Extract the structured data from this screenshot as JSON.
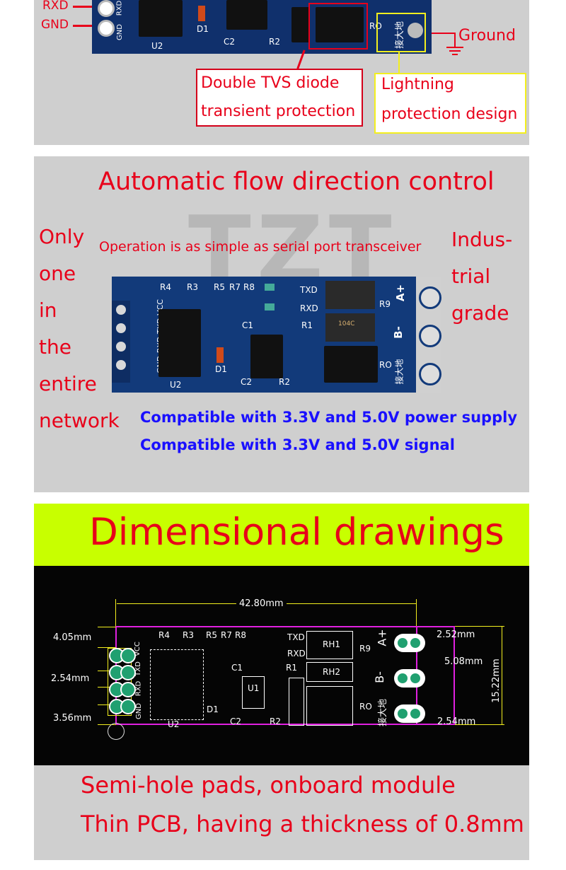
{
  "panel1": {
    "pin_rxd": "RXD",
    "pin_gnd": "GND",
    "silk_gnd": "GND",
    "silk_rxd": "RXD",
    "silk_u2": "U2",
    "silk_d1": "D1",
    "silk_c2": "C2",
    "silk_r2": "R2",
    "silk_ro": "RO",
    "silk_ground_cn": "接大地",
    "ground_label": "Ground",
    "tvs_line1": "Double TVS diode",
    "tvs_line2": "transient protection",
    "lightning_line1": "Lightning",
    "lightning_line2": "protection design"
  },
  "panel2": {
    "watermark": "TZT",
    "title": "Automatic flow direction control",
    "subtitle": "Operation is as simple as serial port transceiver",
    "left_words": [
      "Only",
      "one",
      "in",
      "the",
      "entire",
      "network"
    ],
    "right_words": [
      "Indus-",
      "trial",
      "grade"
    ],
    "compat_power": "Compatible with 3.3V and 5.0V power supply",
    "compat_signal": "Compatible with 3.3V and 5.0V signal",
    "pcb": {
      "r4": "R4",
      "r3": "R3",
      "r5": "R5",
      "r7": "R7",
      "r8": "R8",
      "txd": "TXD",
      "rxd": "RXD",
      "vcc": "VCC",
      "side_pins": "GND RXD TXD VCC",
      "c1": "C1",
      "r1": "R1",
      "r9": "R9",
      "ro": "RO",
      "a_plus": "A+",
      "b_minus": "B-",
      "u2": "U2",
      "d1": "D1",
      "c2": "C2",
      "r2": "R2",
      "ground_cn": "接大地",
      "tvs_code": "104C"
    }
  },
  "panel3": {
    "title": "Dimensional drawings",
    "dims": {
      "width": "42.80mm",
      "left_top": "4.05mm",
      "left_mid": "2.54mm",
      "left_bot": "3.56mm",
      "right_top": "2.52mm",
      "right_mid": "5.08mm",
      "right_bot": "2.54mm",
      "height": "15.22mm"
    },
    "labels": {
      "r4": "R4",
      "r3": "R3",
      "r5": "R5",
      "r7": "R7",
      "r8": "R8",
      "txd": "TXD",
      "rxd": "RXD",
      "rh1": "RH1",
      "rh2": "RH2",
      "r9": "R9",
      "c1": "C1",
      "r1": "R1",
      "u1": "U1",
      "u2": "U2",
      "d1": "D1",
      "c2": "C2",
      "r2": "R2",
      "ro": "RO",
      "a_plus": "A+",
      "b_minus": "B-",
      "vcc": "VCC",
      "txd_v": "TXD",
      "rxd_v": "RXD",
      "gnd_v": "GND",
      "ground_cn": "接大地"
    }
  },
  "footer": {
    "line1": "Semi-hole pads, onboard module",
    "line2": "Thin PCB, having a thickness of 0.8mm"
  },
  "colors": {
    "accent_red": "#e8001a",
    "accent_blue": "#1a10ff",
    "headline_bg": "#c8ff00",
    "pcb_blue": "#123a7a"
  }
}
